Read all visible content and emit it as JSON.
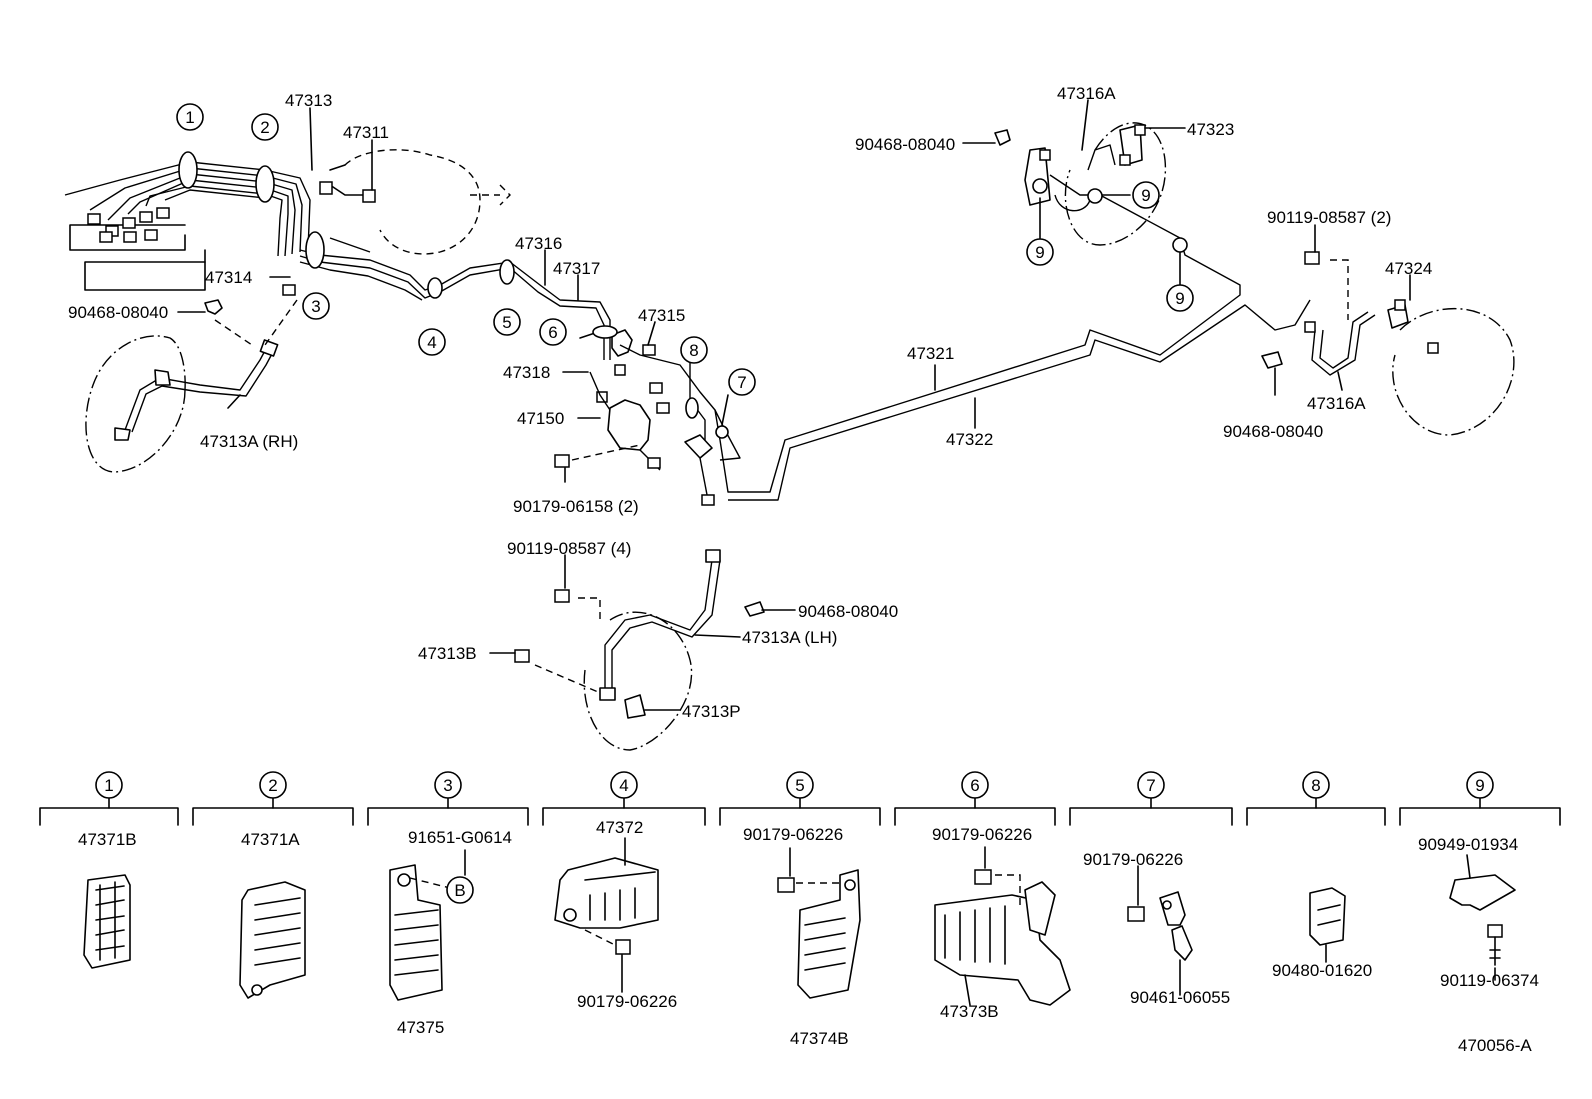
{
  "callouts": {
    "c1": "1",
    "c2": "2",
    "c3": "3",
    "c4": "4",
    "c5": "5",
    "c6": "6",
    "c7": "7",
    "c8": "8",
    "c9a": "9",
    "c9b": "9",
    "c9c": "9",
    "legend_b": "B"
  },
  "labels": {
    "p47313": "47313",
    "p47311": "47311",
    "p47314": "47314",
    "p90468_a": "90468-08040",
    "p47313a_rh": "47313A (RH)",
    "p47316": "47316",
    "p47317": "47317",
    "p47315": "47315",
    "p47318": "47318",
    "p47150": "47150",
    "p90179_06158": "90179-06158 (2)",
    "p47321": "47321",
    "p47322": "47322",
    "p47316a_top": "47316A",
    "p90468_b": "90468-08040",
    "p47323": "47323",
    "p90119_08587_2": "90119-08587 (2)",
    "p47324": "47324",
    "p90468_c": "90468-08040",
    "p47316a_right": "47316A",
    "p90119_08587_4": "90119-08587 (4)",
    "p90468_d": "90468-08040",
    "p47313a_lh": "47313A (LH)",
    "p47313b": "47313B",
    "p47313p": "47313P",
    "g1_part": "47371B",
    "g2_part": "47371A",
    "g3_bolt": "91651-G0614",
    "g3_part": "47375",
    "g4_part": "47372",
    "g4_nut": "90179-06226",
    "g5_nut": "90179-06226",
    "g5_part": "47374B",
    "g6_nut": "90179-06226",
    "g6_part": "47373B",
    "g7_nut": "90179-06226",
    "g7_part": "90461-06055",
    "g8_part": "90480-01620",
    "g9_part": "90949-01934",
    "g9_bolt": "90119-06374",
    "ref": "470056-A"
  },
  "legend_groups": [
    {
      "num": "1"
    },
    {
      "num": "2"
    },
    {
      "num": "3"
    },
    {
      "num": "4"
    },
    {
      "num": "5"
    },
    {
      "num": "6"
    },
    {
      "num": "7"
    },
    {
      "num": "8"
    },
    {
      "num": "9"
    }
  ]
}
